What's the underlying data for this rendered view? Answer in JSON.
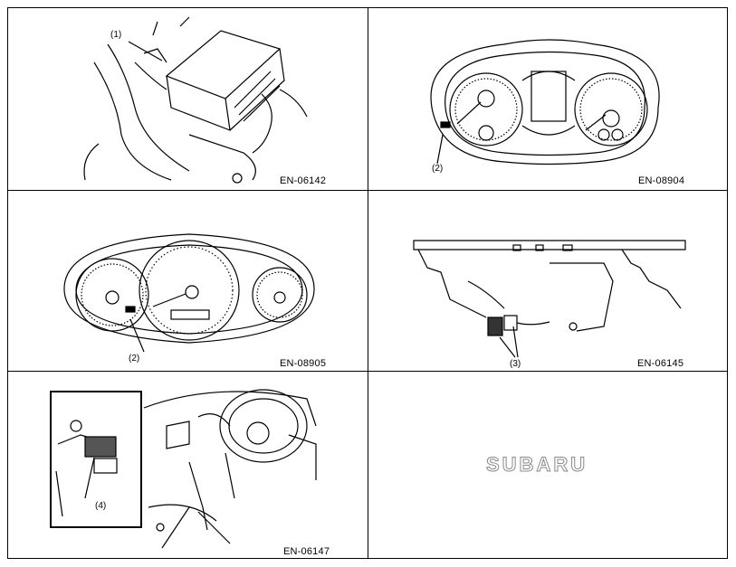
{
  "panels": [
    {
      "code": "EN-06142",
      "callouts": [
        "(1)"
      ]
    },
    {
      "code": "EN-08904",
      "callouts": [
        "(2)"
      ]
    },
    {
      "code": "EN-08905",
      "callouts": [
        "(2)"
      ]
    },
    {
      "code": "EN-06145",
      "callouts": [
        "(3)"
      ]
    },
    {
      "code": "EN-06147",
      "callouts": [
        "(4)"
      ]
    }
  ],
  "logo": "SUBARU"
}
